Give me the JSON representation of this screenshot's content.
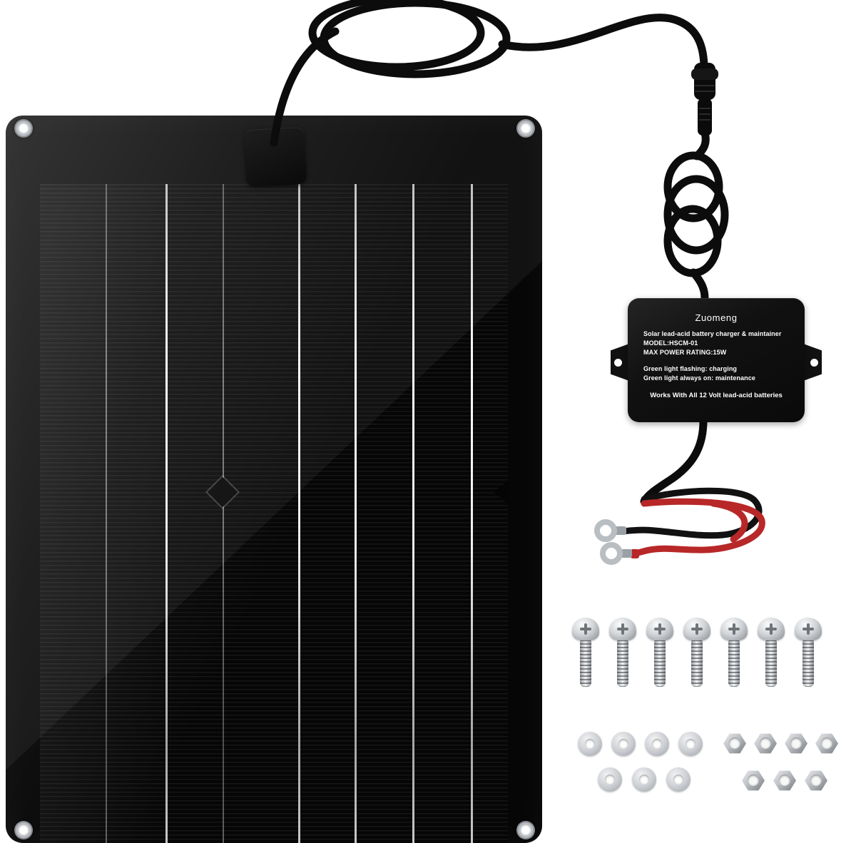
{
  "product": {
    "name": "solar panel 12V lead-acid battery charger maintainer kit",
    "controller": {
      "brand": "Zuomeng",
      "desc": "Solar lead-acid battery charger & maintainer",
      "model": "MODEL:HSCM-01",
      "power": "MAX POWER RATING:15W",
      "led_flashing": "Green light flashing: charging",
      "led_solid": "Green light always on: maintenance",
      "compat": "Works With All 12 Volt lead-acid batteries"
    },
    "wire_colors": {
      "positive": "#b82828",
      "negative": "#111111",
      "panel": "#0c0c0c",
      "metal": "#b9bec3"
    },
    "hardware": {
      "bolts": 7,
      "washer_rows": [
        4,
        3
      ],
      "nut_rows": [
        4,
        3
      ]
    },
    "panel": {
      "grommet_count": 4,
      "cell_divider_count": 7
    }
  }
}
